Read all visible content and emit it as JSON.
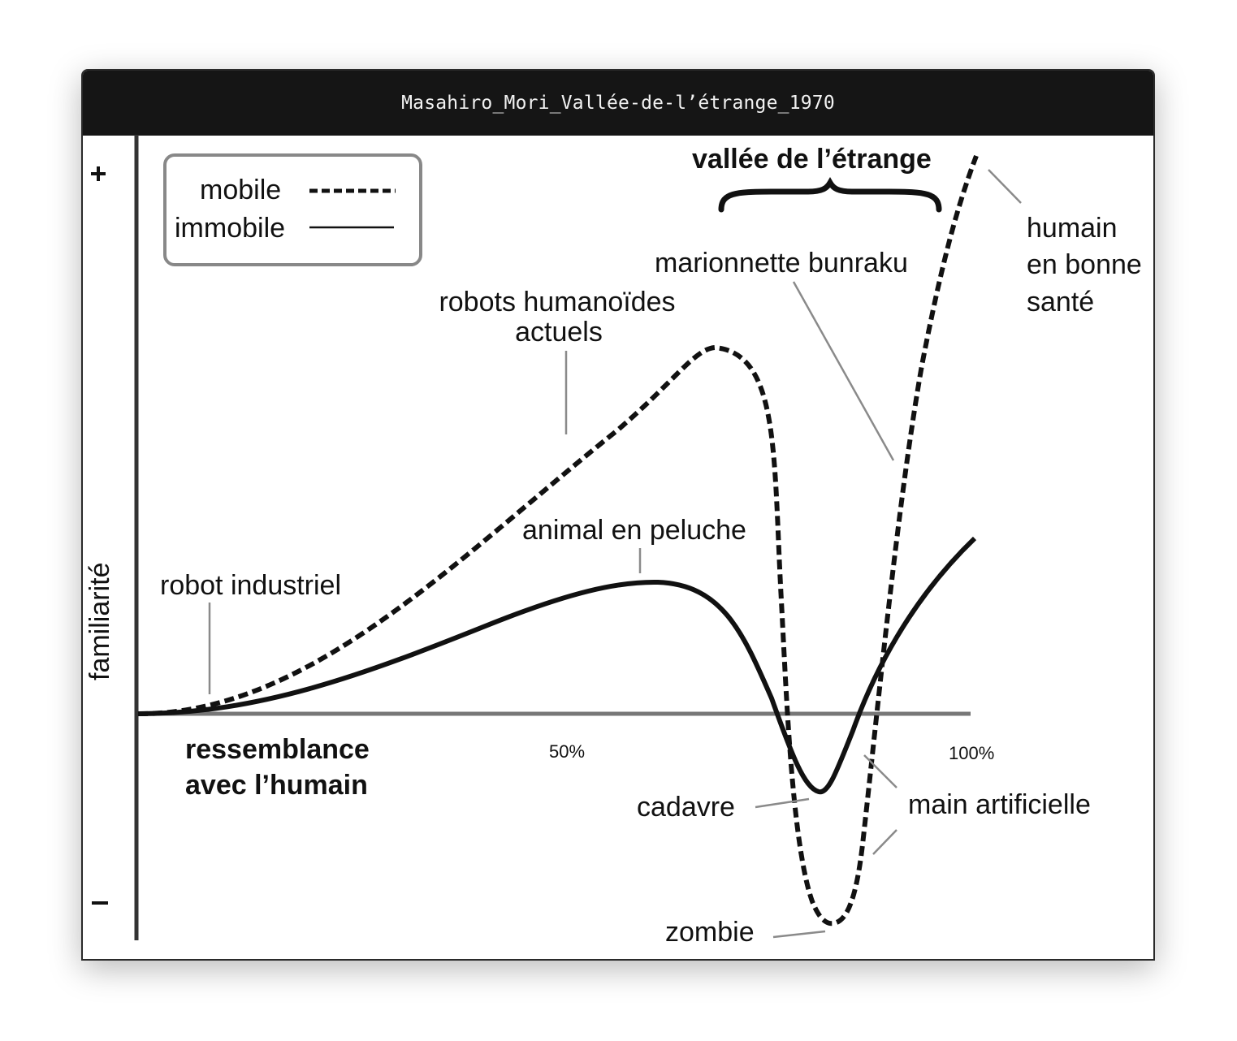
{
  "window": {
    "title": "Masahiro_Mori_Vallée-de-l’étrange_1970"
  },
  "diagram": {
    "y_axis": {
      "label": "familiarité",
      "plus": "+",
      "minus": "-"
    },
    "x_axis": {
      "label_line1": "ressemblance",
      "label_line2": "avec l’humain",
      "tick_50": "50%",
      "tick_100": "100%"
    },
    "legend": {
      "mobile": "mobile",
      "immobile": "immobile"
    },
    "valley_title": "vallée de l’étrange",
    "labels": {
      "robot_industriel": "robot industriel",
      "robots_humanoides_1": "robots humanoïdes",
      "robots_humanoides_2": "actuels",
      "animal_peluche": "animal en peluche",
      "marionnette": "marionnette bunraku",
      "humain_1": "humain",
      "humain_2": "en bonne",
      "humain_3": "santé",
      "cadavre": "cadavre",
      "main": "main artificielle",
      "zombie": "zombie"
    }
  },
  "chart_data": {
    "type": "line",
    "title": "vallée de l’étrange",
    "xlabel": "ressemblance avec l’humain",
    "ylabel": "familiarité",
    "x_ticks": [
      "50%",
      "100%"
    ],
    "series": [
      {
        "name": "mobile",
        "style": "dashed"
      },
      {
        "name": "immobile",
        "style": "solid"
      }
    ]
  }
}
